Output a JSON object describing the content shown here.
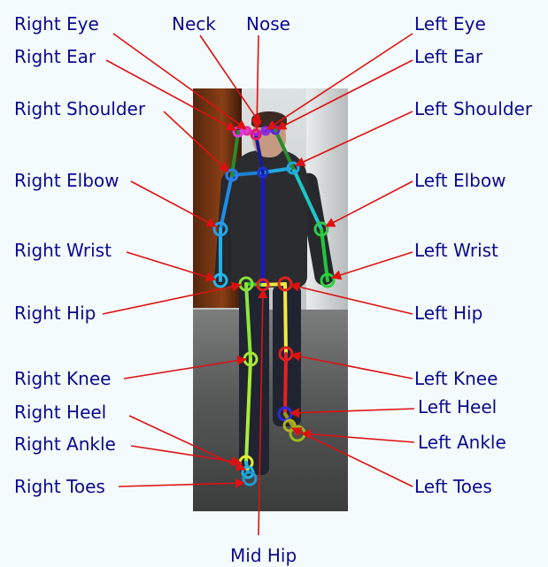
{
  "labels": {
    "right_eye": "Right Eye",
    "neck": "Neck",
    "nose": "Nose",
    "left_eye": "Left Eye",
    "right_ear": "Right Ear",
    "left_ear": "Left Ear",
    "right_shoulder": "Right Shoulder",
    "left_shoulder": "Left Shoulder",
    "right_elbow": "Right Elbow",
    "left_elbow": "Left Elbow",
    "right_wrist": "Right Wrist",
    "left_wrist": "Left Wrist",
    "right_hip": "Right Hip",
    "left_hip": "Left Hip",
    "right_knee": "Right Knee",
    "left_knee": "Left Knee",
    "right_heel": "Right Heel",
    "left_heel": "Left Heel",
    "right_ankle": "Right Ankle",
    "left_ankle": "Left Ankle",
    "right_toes": "Right Toes",
    "left_toes": "Left Toes",
    "mid_hip": "Mid Hip"
  },
  "colors": {
    "label_text": "#0a0a8c",
    "pointer_arrow": "#dd1111",
    "figure_background": "#f4fbfd"
  }
}
